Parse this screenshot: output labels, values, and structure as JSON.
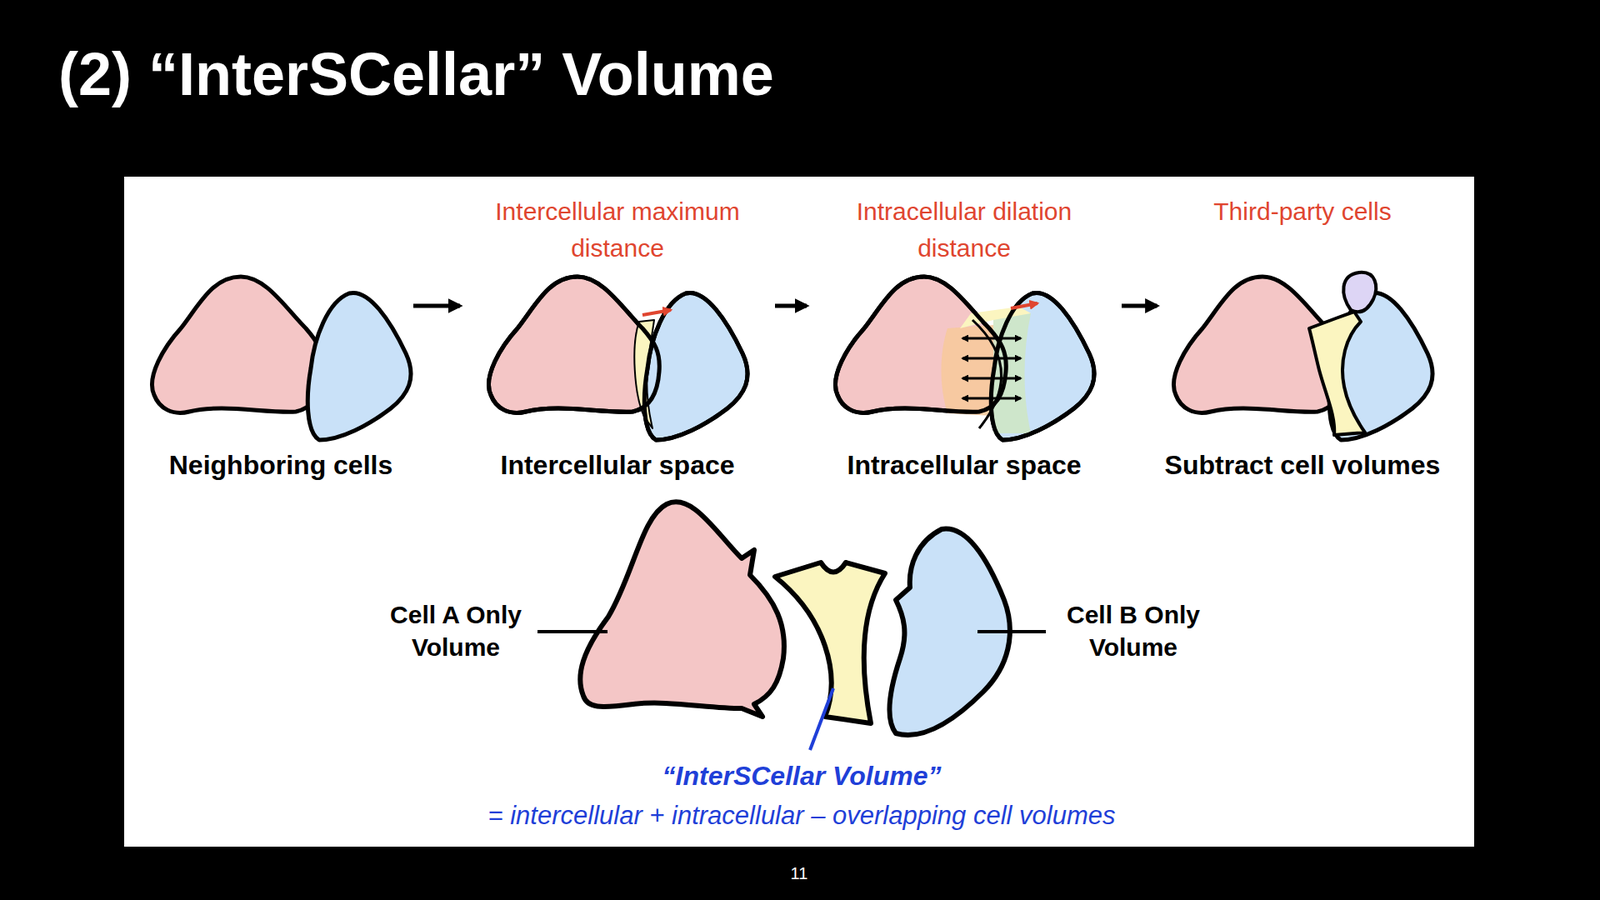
{
  "diagram": {
    "title": "(2) “InterSCellar” Volume",
    "nodes": [
      {
        "text": [
          "Neighboring cells"
        ]
      },
      {
        "text": [
          "Intercellular maximum distance",
          "Intercellular space"
        ]
      },
      {
        "text": [
          "Intracellular dilation distance",
          "Intracellular space"
        ]
      },
      {
        "text": [
          "Third-party cells",
          "Subtract cell volumes"
        ]
      }
    ],
    "edges": [
      {
        "from": 0,
        "to": 1,
        "arrow": "to"
      },
      {
        "from": 1,
        "to": 2,
        "arrow": "to"
      },
      {
        "from": 2,
        "to": 3,
        "arrow": "to"
      }
    ],
    "labels": [
      "Cell A Only Volume",
      "Cell B Only Volume",
      "“InterSCellar Volume”",
      "= intercellular + intracellular – overlapping cell volumes",
      "11"
    ]
  }
}
